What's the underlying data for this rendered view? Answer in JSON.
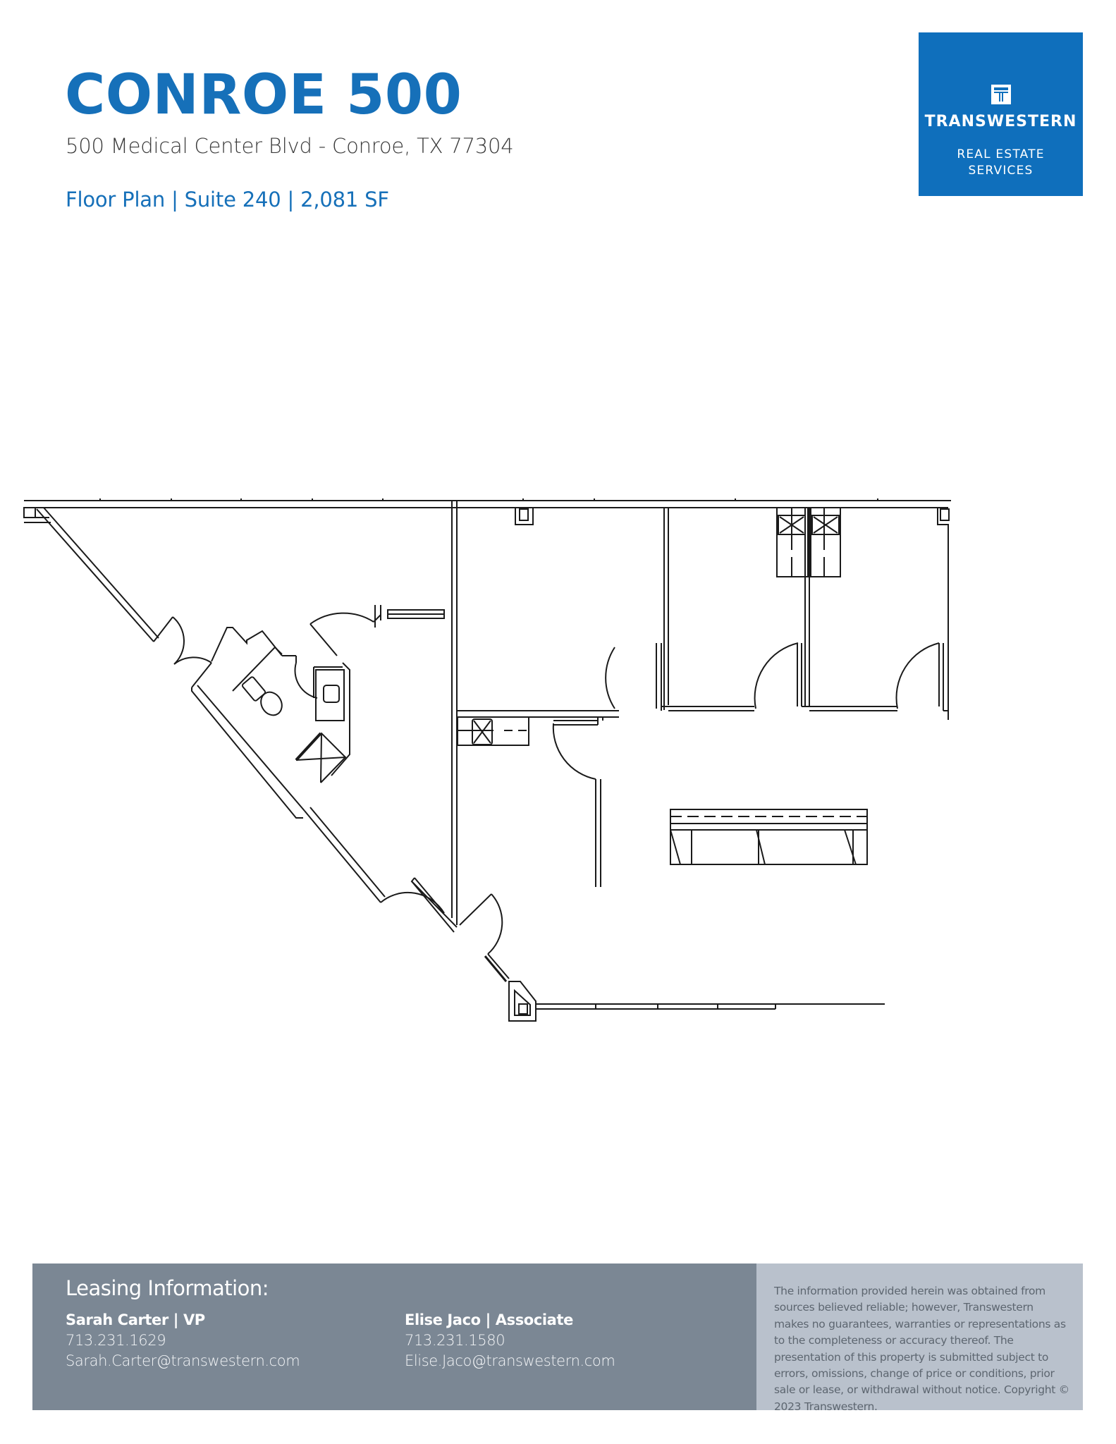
{
  "header": {
    "title": "CONROE 500",
    "address": "500 Medical Center Blvd - Conroe, TX 77304",
    "subtitle": "Floor Plan | Suite 240 | 2,081 SF"
  },
  "logo": {
    "icon": "transwestern-t-icon",
    "name": "TRANSWESTERN",
    "tagline_line1": "REAL ESTATE",
    "tagline_line2": "SERVICES",
    "background_color": "#0f6fbc"
  },
  "floorplan": {
    "label": "Suite 240 floor plan drawing",
    "line_color": "#1a1a1a"
  },
  "footer": {
    "leasing_title": "Leasing Information:",
    "agents": [
      {
        "name": "Sarah Carter | VP",
        "phone": "713.231.1629",
        "email": "Sarah.Carter@transwestern.com"
      },
      {
        "name": "Elise Jaco | Associate",
        "phone": "713.231.1580",
        "email": "Elise.Jaco@transwestern.com"
      }
    ],
    "disclaimer": "The information provided herein was obtained from sources believed reliable; however, Transwestern makes no guarantees, warranties or representations as to the completeness or accuracy thereof. The presentation of this property is submitted subject to errors, omissions, change of price or conditions, prior sale or lease, or withdrawal without notice. Copyright © 2023 Transwestern.",
    "colors": {
      "left_panel": "#7b8794",
      "right_panel": "#b9c1cc"
    }
  },
  "colors": {
    "brand_blue": "#1670b9",
    "text_dark": "#3a3a3a"
  }
}
